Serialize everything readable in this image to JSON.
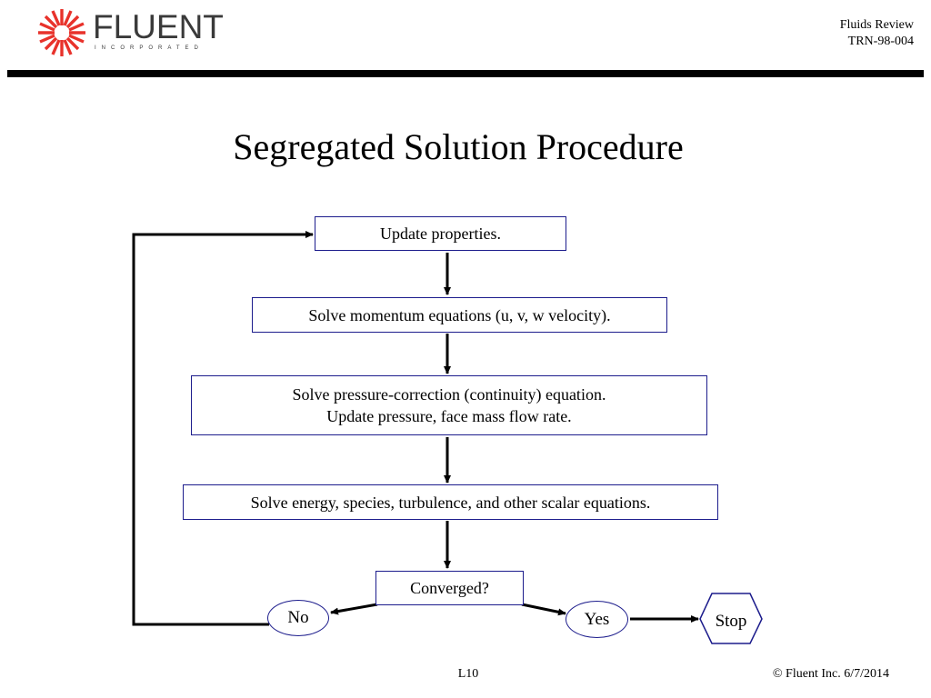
{
  "header": {
    "logo_word": "FLUENT",
    "logo_sub": "INCORPORATED",
    "course": "Fluids Review",
    "doc_id": "TRN-98-004"
  },
  "title": "Segregated Solution Procedure",
  "flow": {
    "update_properties": "Update properties.",
    "solve_momentum": "Solve momentum equations (u, v, w velocity).",
    "solve_pressure_line1": "Solve pressure-correction (continuity) equation.",
    "solve_pressure_line2": "Update pressure, face mass flow rate.",
    "solve_scalars": "Solve energy, species, turbulence, and other scalar equations.",
    "converged": "Converged?",
    "no": "No",
    "yes": "Yes",
    "stop": "Stop"
  },
  "footer": {
    "page": "L10",
    "copyright": "© Fluent Inc. 6/7/2014"
  },
  "colors": {
    "box_border": "#1c1c8c",
    "logo_accent": "#e8322b",
    "logo_text": "#3a3a3a"
  }
}
